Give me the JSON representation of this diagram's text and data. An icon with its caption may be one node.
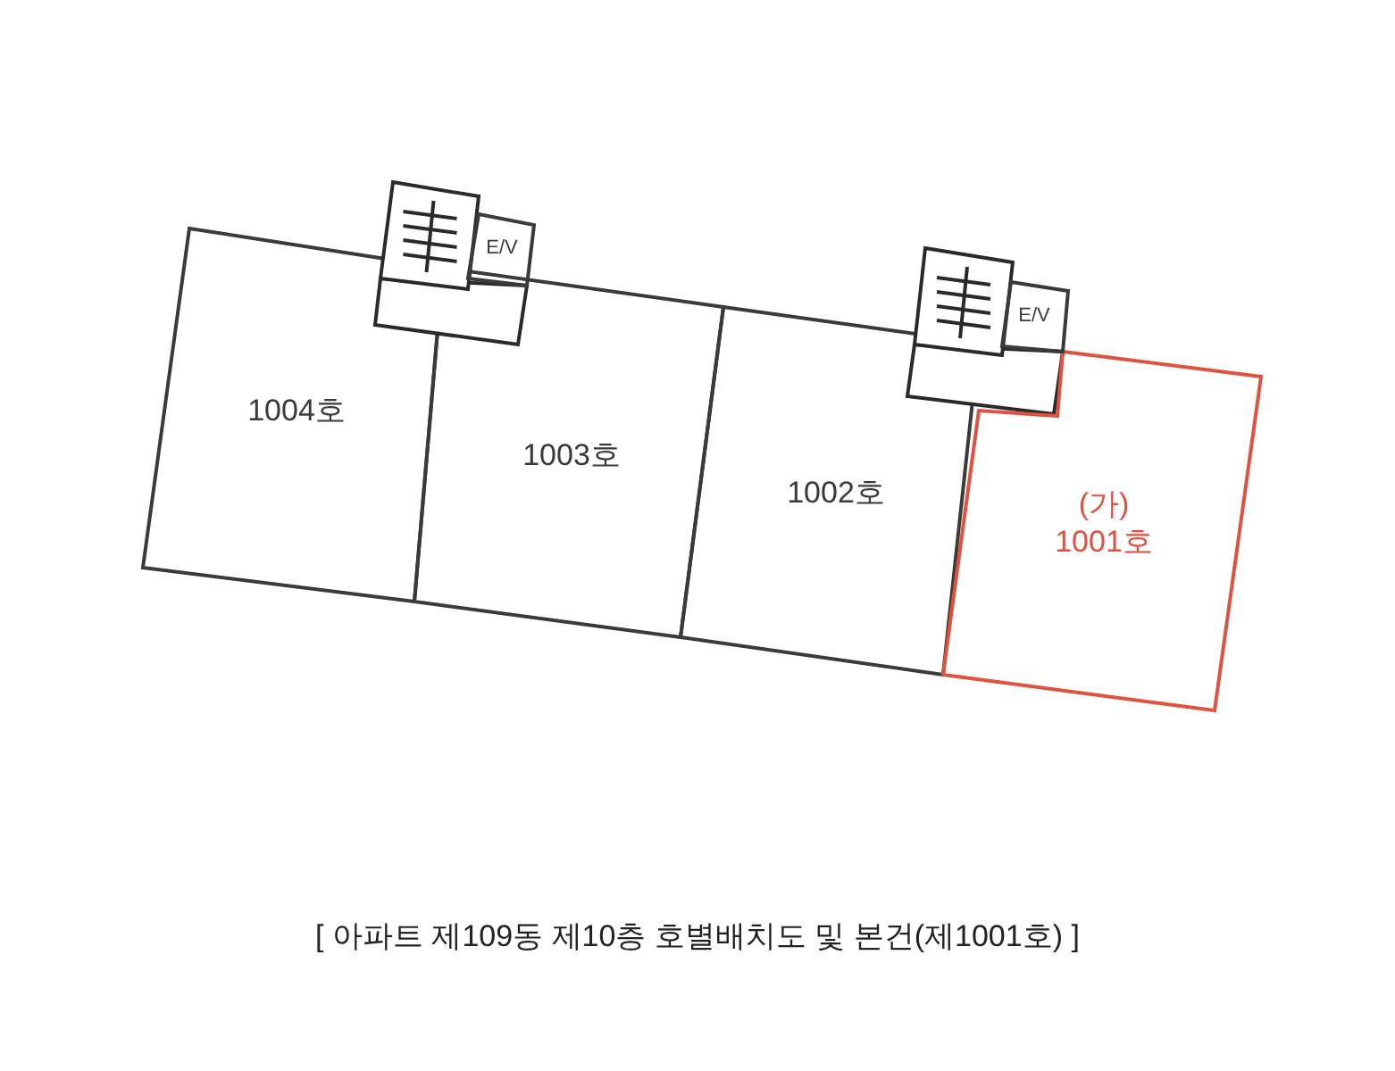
{
  "diagram": {
    "caption": "[ 아파트 제109동 제10층 호별배치도 및 본건(제1001호) ]",
    "nodes": [
      {
        "text": [
          "1004호"
        ]
      },
      {
        "text": [
          "1003호"
        ]
      },
      {
        "text": [
          "1002호"
        ]
      },
      {
        "text": [
          "(가)",
          "1001호"
        ]
      },
      {
        "text": [
          "E/V"
        ]
      },
      {
        "text": [
          "E/V"
        ]
      }
    ]
  }
}
